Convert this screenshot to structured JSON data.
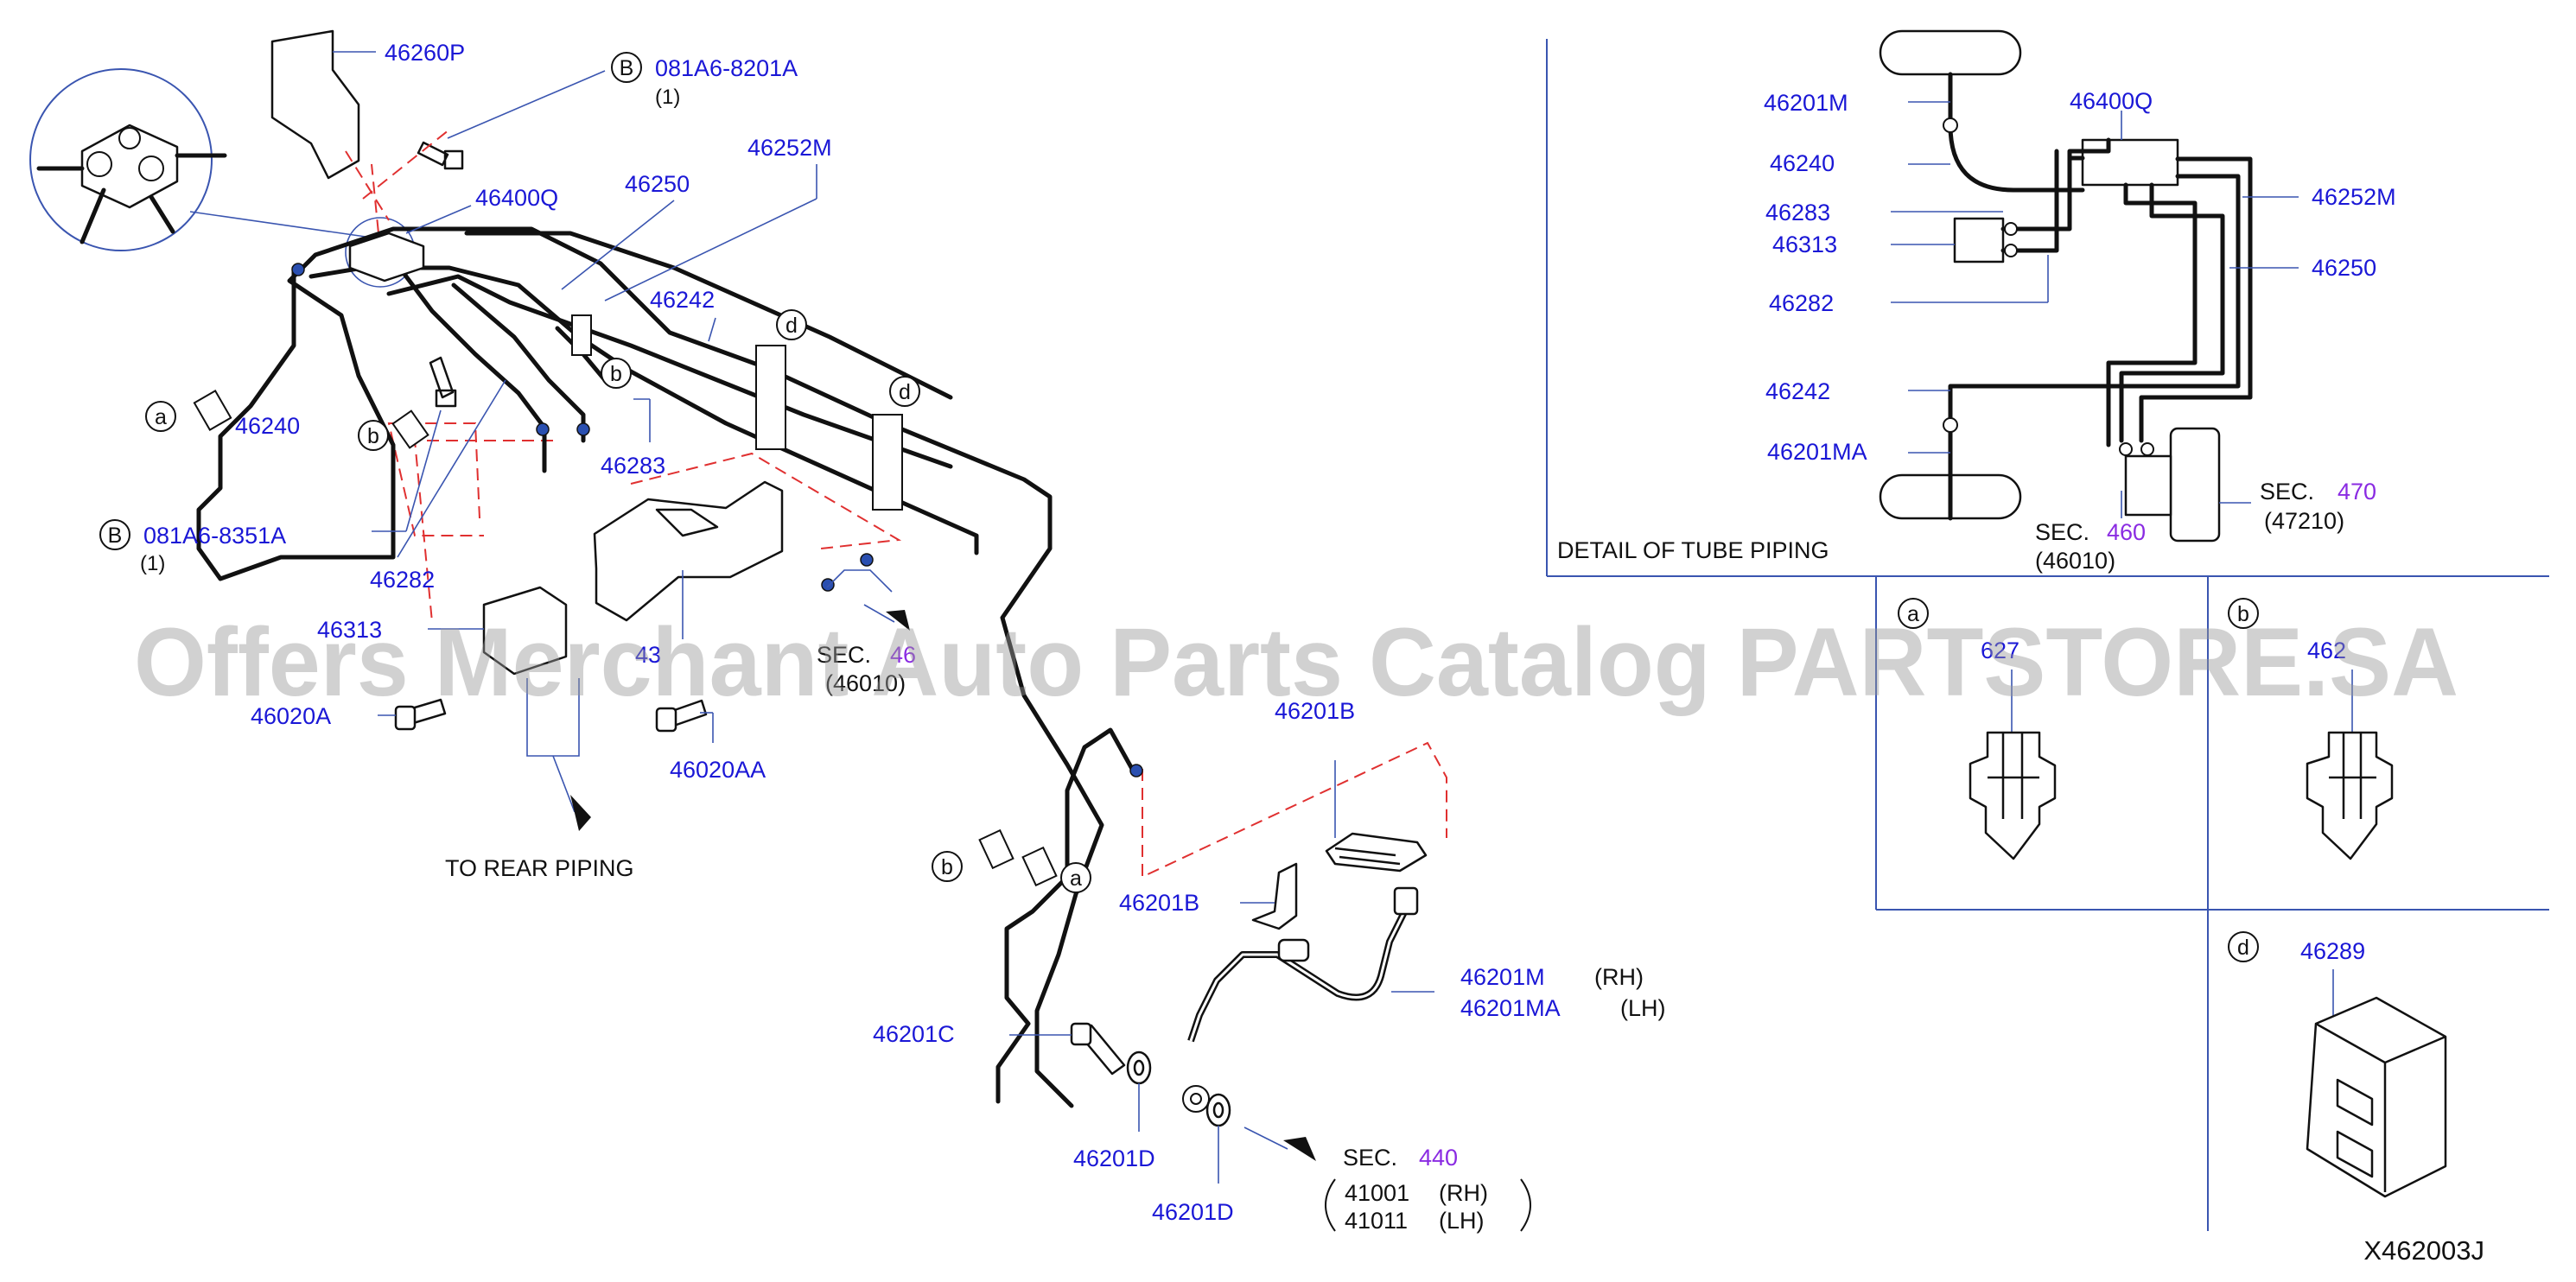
{
  "diagram": {
    "watermark": "Offers Merchant Auto Parts Catalog PARTSTORE.SA",
    "figure_code": "X462003J",
    "detail_title": "DETAIL   OF   TUBE   PIPING",
    "to_rear_piping": "TO   REAR   PIPING",
    "bolt_marker": "B",
    "section_word": "SEC.",
    "main_labels": {
      "p46260P": "46260P",
      "bolt_top_code": "081A6-8201A",
      "bolt_top_qty": "(1)",
      "p46400Q": "46400Q",
      "p46250": "46250",
      "p46252M": "46252M",
      "p46242": "46242",
      "p46240": "46240",
      "p46283": "46283",
      "bolt_bottom_code": "081A6-8351A",
      "bolt_bottom_qty": "(1)",
      "p46282": "46282",
      "p46313": "46313",
      "p46020A": "46020A",
      "p46020AA": "46020AA",
      "p4x_partial": "43",
      "sec460_num": "46",
      "sec460_ref": "(46010)",
      "p46201B_top": "46201B",
      "p46201B_left": "46201B",
      "p46201M": "46201M",
      "p46201M_side": "(RH)",
      "p46201MA": "46201MA",
      "p46201MA_side": "(LH)",
      "p46201C": "46201C",
      "p46201D_1": "46201D",
      "p46201D_2": "46201D",
      "sec440_num": "440",
      "ref41001": "41001",
      "ref41001_side": "(RH)",
      "ref41011": "41011",
      "ref41011_side": "(LH)"
    },
    "detail_labels": {
      "p46201M": "46201M",
      "p46400Q": "46400Q",
      "p46240": "46240",
      "p46283": "46283",
      "p46252M": "46252M",
      "p46313": "46313",
      "p46250": "46250",
      "p46282": "46282",
      "p46242": "46242",
      "p46201MA": "46201MA",
      "sec470_num": "470",
      "sec470_ref": "(47210)",
      "sec460_num": "460",
      "sec460_ref": "(46010)"
    },
    "callouts": {
      "a": "a",
      "b": "b",
      "d": "d",
      "panel_a_part": "627",
      "panel_b_part": "462",
      "panel_d_part": "46289"
    }
  }
}
